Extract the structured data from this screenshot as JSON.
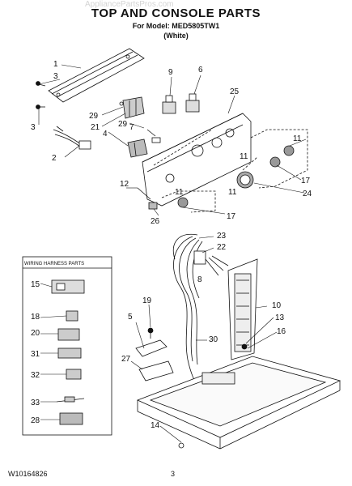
{
  "header": {
    "watermark": "AppliancePartsPros.com",
    "title": "TOP AND CONSOLE PARTS",
    "model_line": "For Model: MED5805TW1",
    "variant": "(White)"
  },
  "inset": {
    "title": "WIRING HARNESS PARTS"
  },
  "callouts": {
    "c1": "1",
    "c3a": "3",
    "c3b": "3",
    "c2": "2",
    "c9": "9",
    "c6": "6",
    "c25": "25",
    "c29a": "29",
    "c21": "21",
    "c29b": "29",
    "c7": "7",
    "c4": "4",
    "c11a": "11",
    "c11b": "11",
    "c11c": "11",
    "c11d": "11",
    "c17a": "17",
    "c17b": "17",
    "c24": "24",
    "c12": "12",
    "c26": "26",
    "c23": "23",
    "c22": "22",
    "c8": "8",
    "c10": "10",
    "c13": "13",
    "c16": "16",
    "c19": "19",
    "c5": "5",
    "c30": "30",
    "c27": "27",
    "c14": "14",
    "c15": "15",
    "c18": "18",
    "c20": "20",
    "c31": "31",
    "c32": "32",
    "c33": "33",
    "c28": "28"
  },
  "footer": {
    "doc_number": "W10164826",
    "page": "3"
  }
}
